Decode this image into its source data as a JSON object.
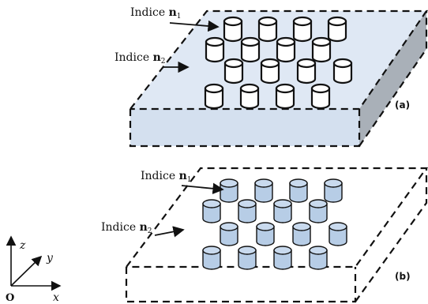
{
  "panels": [
    {
      "id": "a",
      "tag": "(a)",
      "labels": {
        "n1_prefix": "Indice ",
        "n1_n": "n",
        "n1_sub": "1",
        "n2_prefix": "Indice ",
        "n2_n": "n",
        "n2_sub": "2"
      },
      "colors": {
        "slab_top": "#dfe8f4",
        "slab_front": "#d4e0ef",
        "slab_side": "#a9b0b8",
        "cyl_fill": "#ffffff",
        "cyl_top": "#ffffff"
      }
    },
    {
      "id": "b",
      "tag": "(b)",
      "labels": {
        "n1_prefix": "Indice ",
        "n1_n": "n",
        "n1_sub": "1",
        "n2_prefix": "Indice ",
        "n2_n": "n",
        "n2_sub": "2"
      },
      "colors": {
        "slab_top": "#ffffff",
        "slab_front": "#ffffff",
        "slab_side": "#ffffff",
        "cyl_fill": "#b7cde6",
        "cyl_top": "#c9daee"
      }
    }
  ],
  "axes": {
    "z": "z",
    "y": "y",
    "x": "x",
    "origin": "O"
  },
  "colors": {
    "stroke": "#111111"
  }
}
